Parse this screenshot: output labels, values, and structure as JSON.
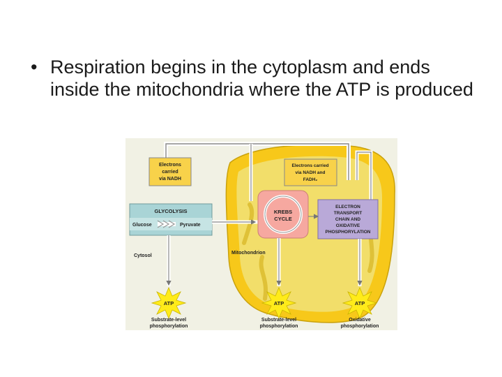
{
  "slide": {
    "bullet_symbol": "•",
    "bullet_text": "Respiration begins in the cytoplasm and ends inside the mitochondria where the ATP is produced"
  },
  "diagram": {
    "electrons_nadh_line1": "Electrons",
    "electrons_nadh_line2": "carried",
    "electrons_nadh_line3": "via NADH",
    "electrons_nadh_fadh_line1": "Electrons carried",
    "electrons_nadh_fadh_line2": "via NADH and",
    "electrons_nadh_fadh_line3": "FADH₂",
    "glycolysis_title": "GLYCOLYSIS",
    "glucose": "Glucose",
    "pyruvate": "Pyruvate",
    "krebs_line1": "KREBS",
    "krebs_line2": "CYCLE",
    "etc_line1": "ELECTRON",
    "etc_line2": "TRANSPORT",
    "etc_line3": "CHAIN AND",
    "etc_line4": "OXIDATIVE",
    "etc_line5": "PHOSPHORYLATION",
    "cytosol": "Cytosol",
    "mitochondrion": "Mitochondrion",
    "atp1": "ATP",
    "atp2": "ATP",
    "atp3": "ATP",
    "caption1_line1": "Substrate-level",
    "caption1_line2": "phosphorylation",
    "caption2_line1": "Substrate-level",
    "caption2_line2": "phosphorylation",
    "caption3_line1": "Oxidative",
    "caption3_line2": "phosphorylation",
    "colors": {
      "background_box": "#f1f1e4",
      "mitochondrion_outer": "#f7c81a",
      "mitochondrion_inner": "#f2de6a",
      "electron_box": "#f8d24a",
      "glycolysis_box": "#a9d4d6",
      "etc_box": "#b9a9d8",
      "atp_star": "#ffeb1a"
    }
  }
}
